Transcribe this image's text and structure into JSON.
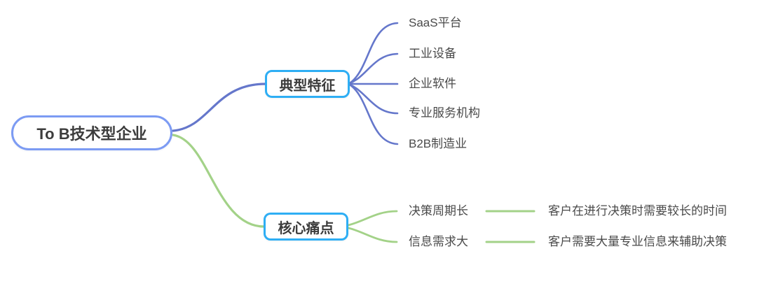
{
  "title": "To B技术型企业 mind map",
  "root": {
    "label": "To B技术型企业"
  },
  "branches": [
    {
      "id": "typical-features",
      "label": "典型特征",
      "line_color": "#6577cb",
      "border_color": "#2eaef4",
      "children": [
        {
          "label": "SaaS平台"
        },
        {
          "label": "工业设备"
        },
        {
          "label": "企业软件"
        },
        {
          "label": "专业服务机构"
        },
        {
          "label": "B2B制造业"
        }
      ]
    },
    {
      "id": "core-pain-points",
      "label": "核心痛点",
      "line_color": "#a3d288",
      "border_color": "#2eaef4",
      "children": [
        {
          "label": "决策周期长",
          "note": "客户在进行决策时需要较长的时间"
        },
        {
          "label": "信息需求大",
          "note": "客户需要大量专业信息来辅助决策"
        }
      ]
    }
  ],
  "colors": {
    "root_border": "#7c9bf3",
    "sub_node_border": "#2eaef4",
    "blue_branch_line": "#6577cb",
    "green_branch_line": "#a3d288",
    "node_text": "#3c3c3c",
    "leaf_text": "#4a4a4a",
    "background": "#ffffff"
  }
}
